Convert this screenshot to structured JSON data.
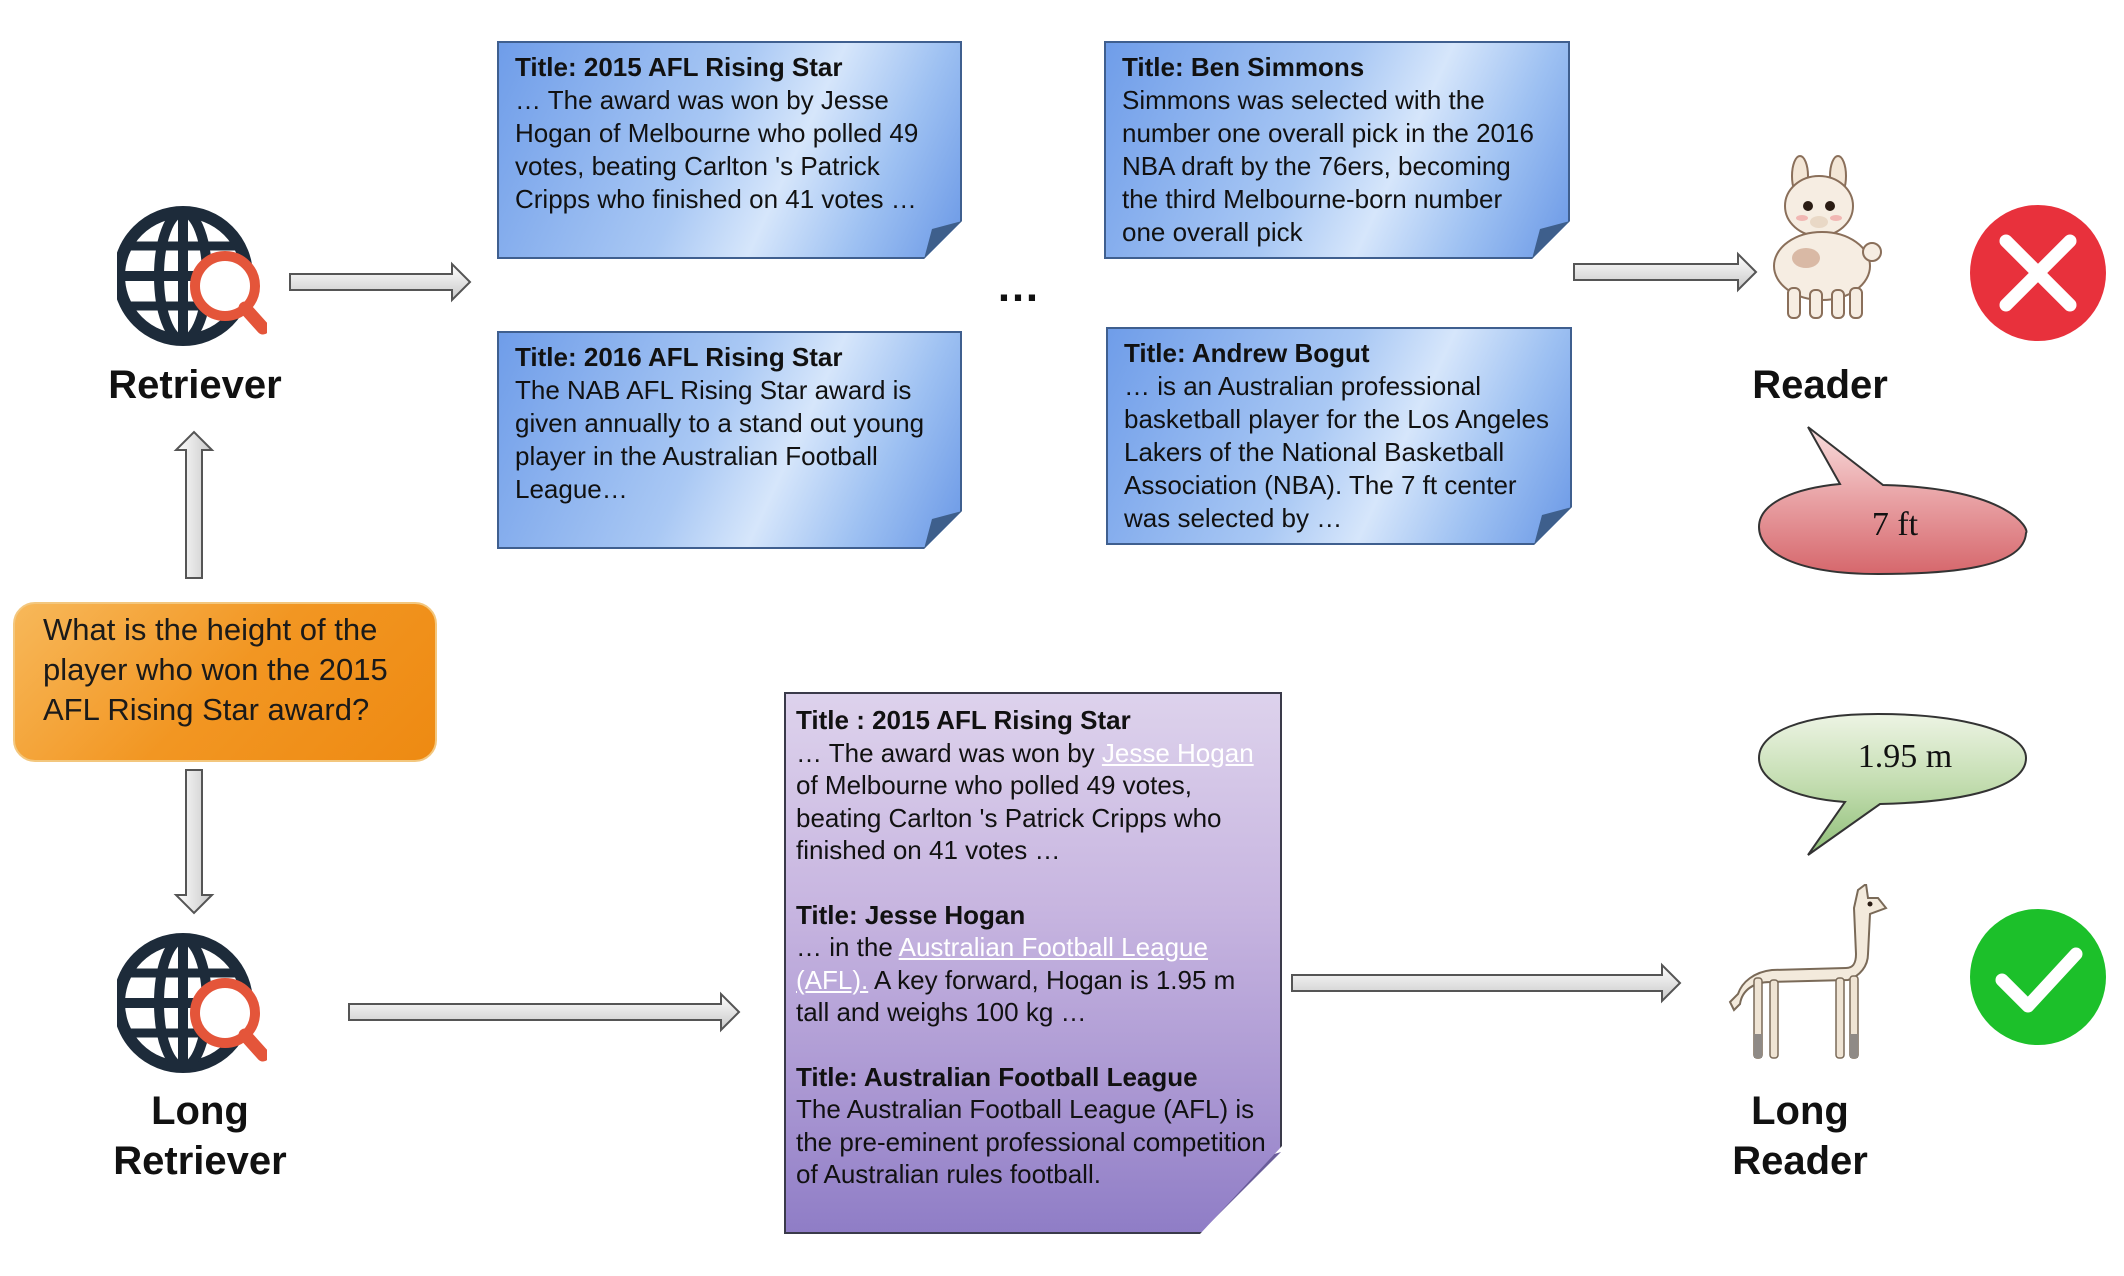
{
  "question": "What is the height of the player who won the 2015 AFL Rising Star award?",
  "labels": {
    "retriever": "Retriever",
    "long_retriever": [
      "Long",
      "Retriever"
    ],
    "reader": "Reader",
    "long_reader": [
      "Long",
      "Reader"
    ]
  },
  "notes": [
    {
      "title": "Title: 2015 AFL Rising Star",
      "body": "… The award was won by Jesse Hogan of Melbourne who polled 49 votes, beating Carlton 's Patrick Cripps who finished on 41 votes …"
    },
    {
      "title": "Title: 2016 AFL Rising Star",
      "body": "The NAB AFL Rising Star award is given annually to a stand out young player in the Australian Football League…"
    },
    {
      "title": "Title: Ben Simmons",
      "body": "Simmons was selected with the number one overall pick in the 2016 NBA draft by the 76ers, becoming the third Melbourne-born number one overall pick"
    },
    {
      "title": "Title: Andrew Bogut",
      "body": "… is an Australian professional basketball player for the Los Angeles Lakers of the National Basketball Association (NBA). The 7 ft center was selected by …"
    }
  ],
  "ellipsis": "…",
  "long_doc": {
    "sec1_title": "Title : 2015 AFL Rising Star",
    "sec1_pre": "… The award was won by ",
    "sec1_link": "Jesse Hogan",
    "sec1_post": " of Melbourne who polled 49 votes, beating Carlton 's Patrick Cripps who finished on 41 votes …",
    "sec2_title": "Title: Jesse Hogan",
    "sec2_pre": "… in the ",
    "sec2_link": "Australian Football League (AFL).",
    "sec2_post": " A key forward, Hogan is 1.95 m tall and weighs 100 kg …",
    "sec3_title": "Title: Australian Football League",
    "sec3_body": "The Australian Football League (AFL) is the pre-eminent professional competition of Australian rules football."
  },
  "answers": {
    "reader": "7 ft",
    "long_reader": "1.95 m"
  },
  "colors": {
    "wrong": "#e8313c",
    "right": "#1cc02a",
    "arrow": "#d9d9d9",
    "arrow_stroke": "#555555"
  },
  "icons": [
    "globe-search-icon",
    "llama-icon",
    "cross-icon",
    "check-icon"
  ]
}
